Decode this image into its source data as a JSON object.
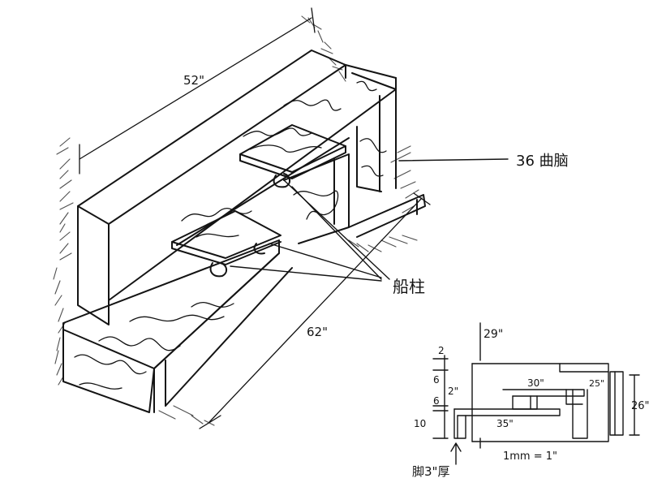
{
  "sketch": {
    "dim_length": "52\"",
    "dim_depth": "62\"",
    "label_bolt": "36 曲脑",
    "label_post": "船柱"
  },
  "detail": {
    "top_width": "29\"",
    "dim_top": "2",
    "dim_gap1": "6",
    "dim_gap2": "6",
    "dim_inner": "2\"",
    "dim_bottom": "10",
    "dim_30": "30\"",
    "dim_25": "25\"",
    "dim_35": "35\"",
    "dim_height": "26\"",
    "leg_note": "脚3\"厚",
    "scale_note": "1mm = 1\""
  }
}
